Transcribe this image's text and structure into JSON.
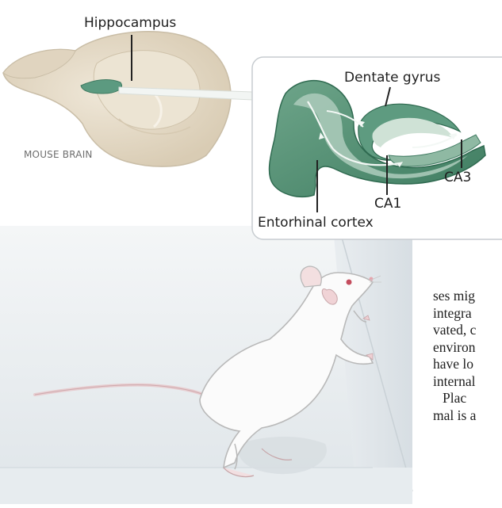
{
  "labels": {
    "hippocampus": "Hippocampus",
    "mouse_brain": "MOUSE BRAIN",
    "dentate_gyrus": "Dentate gyrus",
    "ca3": "CA3",
    "ca1": "CA1",
    "entorhinal_cortex": "Entorhinal cortex"
  },
  "article_lines": [
    "ses mig",
    "integra",
    "vated, c",
    "environ",
    "have lo",
    "internal",
    "Plac",
    "mal is a"
  ],
  "colors": {
    "brain": "#e7ddcb",
    "hippocampus_tissue": "#4f8f73",
    "hippocampus_light": "#c6dcce",
    "room_wall": "#e4e9ec",
    "room_floor": "#eef2f4"
  }
}
